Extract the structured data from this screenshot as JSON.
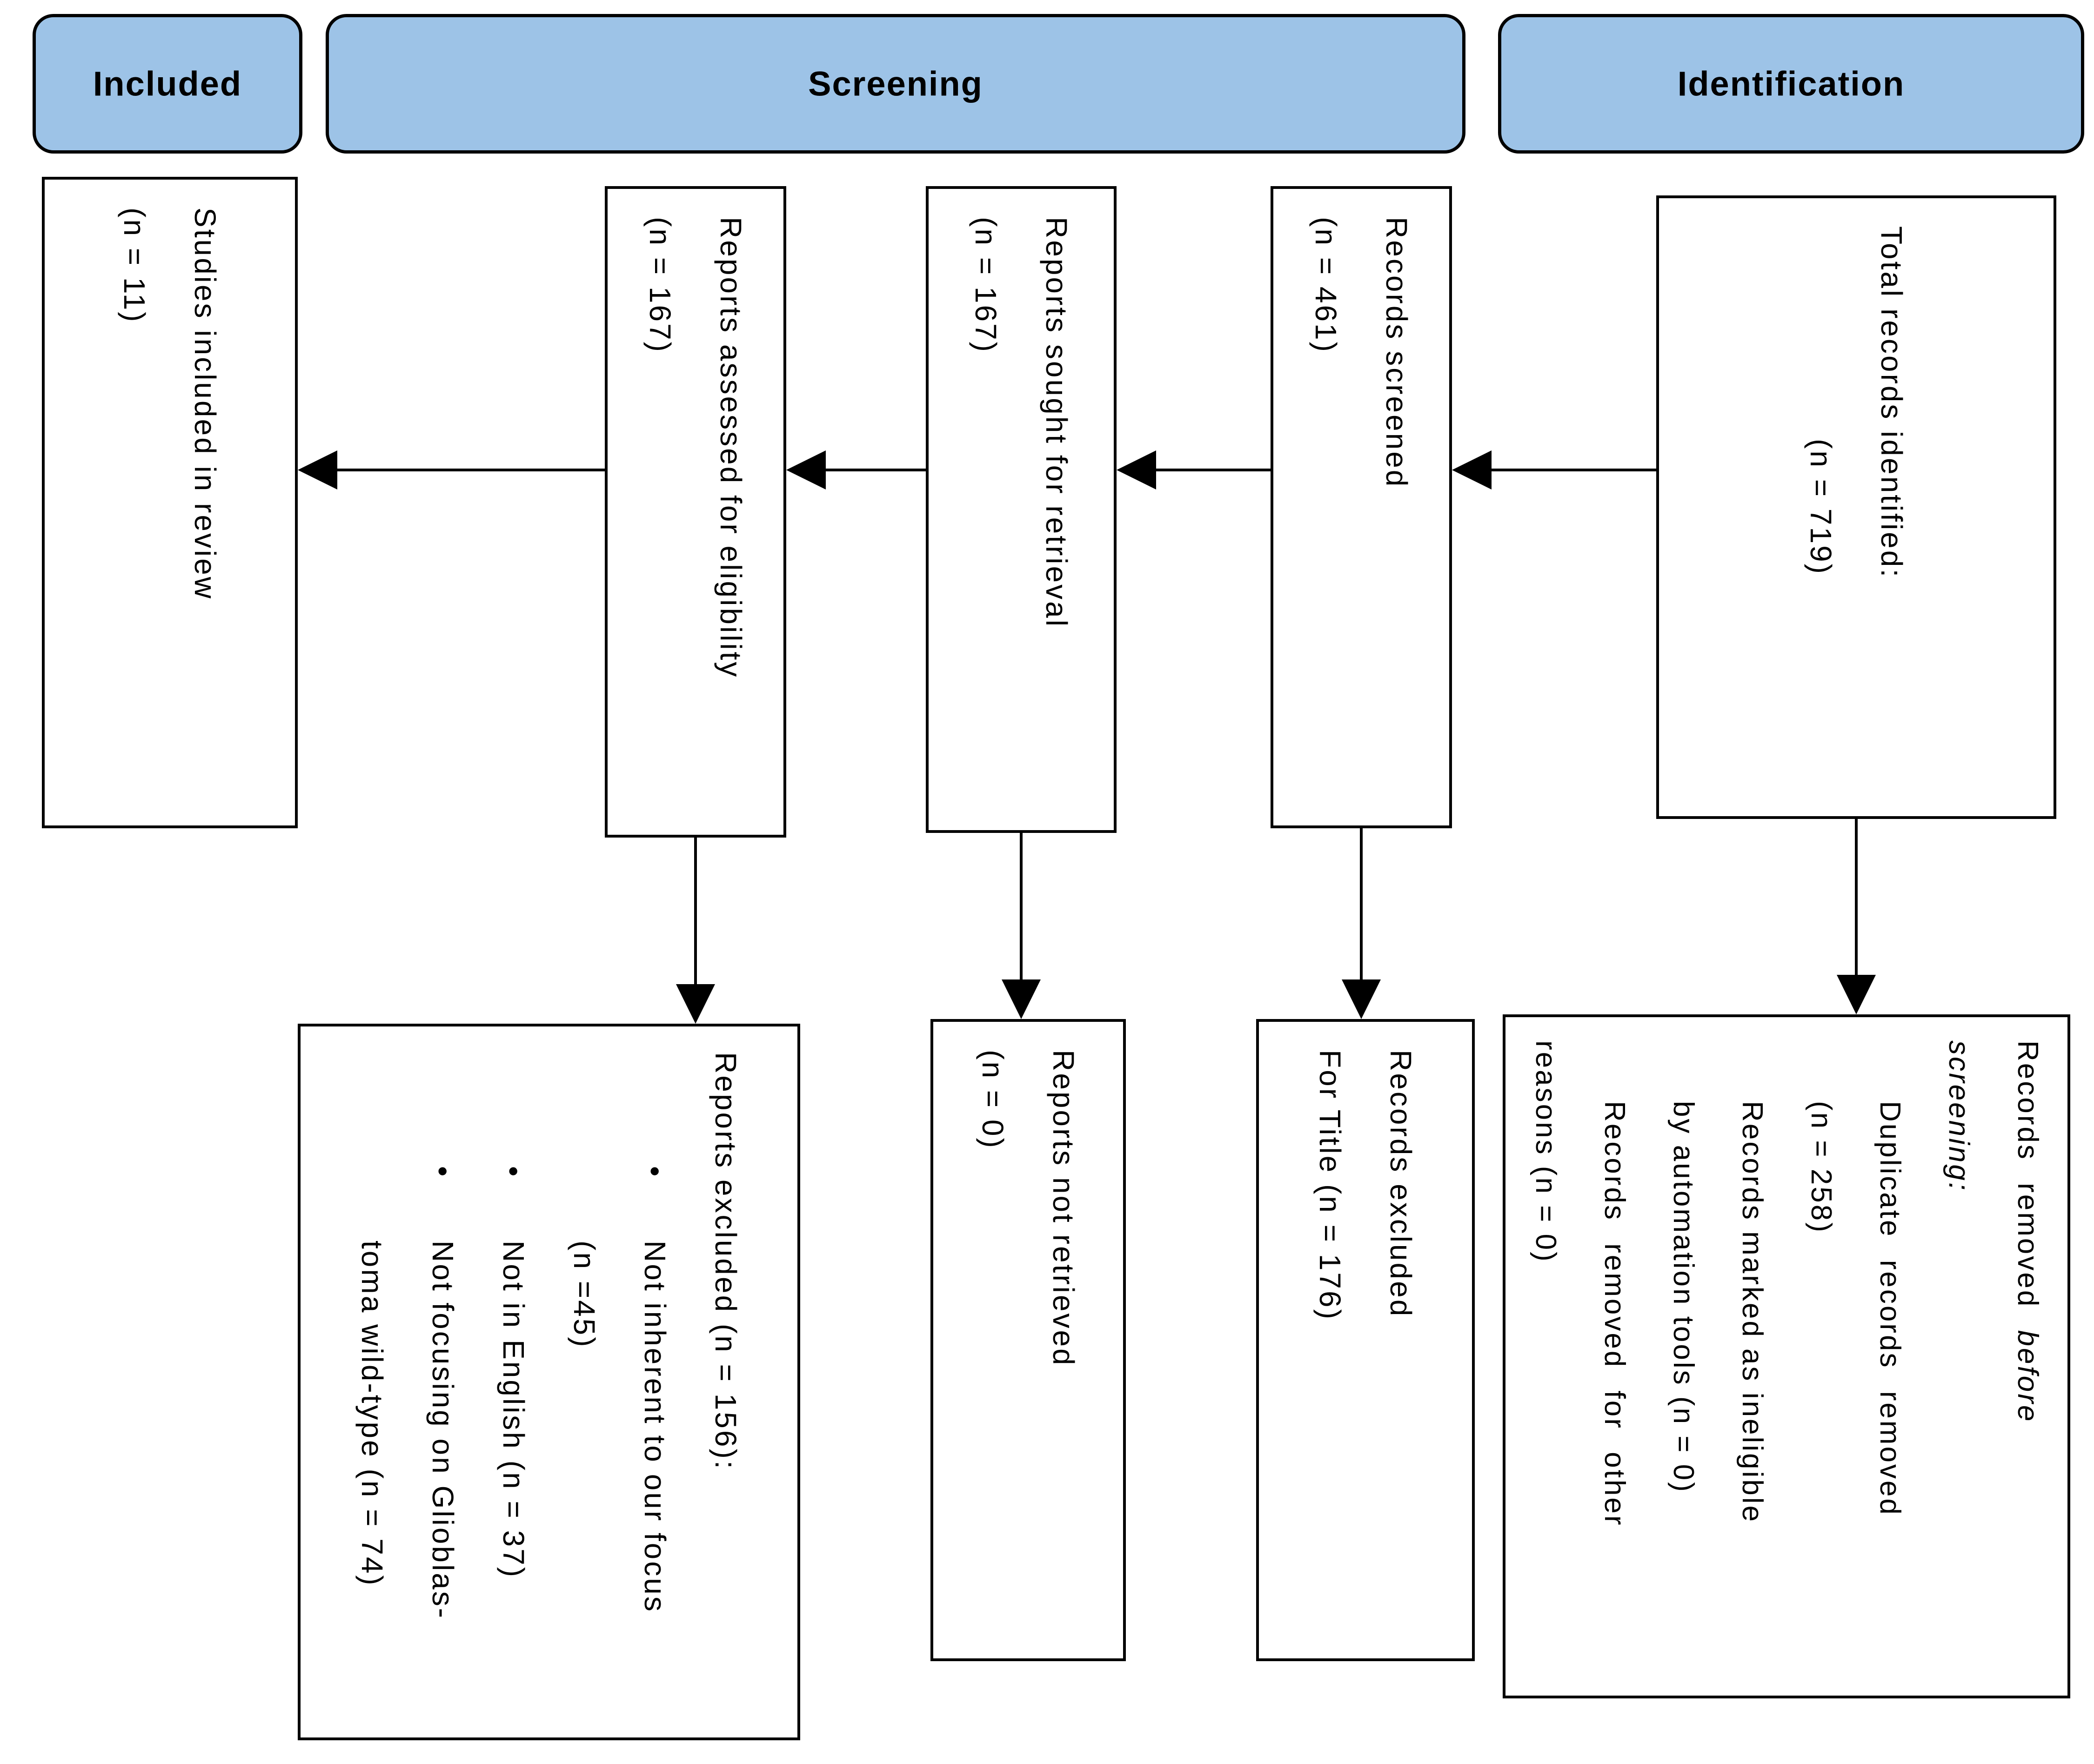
{
  "colors": {
    "stage_fill": "#9dc3e6",
    "outline": "#000000",
    "box_fill": "#ffffff"
  },
  "stages": {
    "identification": "Identification",
    "screening": "Screening",
    "included": "Included"
  },
  "flow": {
    "total_records": {
      "title": "Total records identified:",
      "count": "(n = 719)"
    },
    "records_screened": {
      "title": "Records screened",
      "count": "(n = 461)"
    },
    "reports_sought": {
      "title": "Reports sought for retrieval",
      "count": "(n = 167)"
    },
    "reports_assessed": {
      "title": "Reports assessed for eligibility",
      "count": "(n = 167)"
    },
    "studies_included": {
      "title": "Studies included in review",
      "count": "(n = 11)"
    }
  },
  "exclusions": {
    "records_removed": {
      "intro_regular": "Records removed ",
      "intro_italic_1": "before",
      "intro_italic_2": "screening:",
      "lines": [
        "Duplicate records removed",
        "(n = 258)",
        "Records marked as ineligible",
        "by automation tools (n = 0)",
        "Records removed for other",
        "reasons (n = 0)"
      ]
    },
    "records_excluded": {
      "line1": "Records excluded",
      "line2": "For Title (n = 176)"
    },
    "reports_not_retrieved": {
      "line1": "Reports not retrieved",
      "line2": "(n = 0)"
    },
    "reports_excluded": {
      "header": "Reports excluded (n = 156):",
      "bullets": [
        {
          "line1": "Not inherent to our focus",
          "line2": "(n =45)"
        },
        {
          "line1": "Not in English (n = 37)"
        },
        {
          "line1": "Not focusing on Glioblas-",
          "line2": "toma wild-type (n = 74)"
        }
      ]
    }
  }
}
